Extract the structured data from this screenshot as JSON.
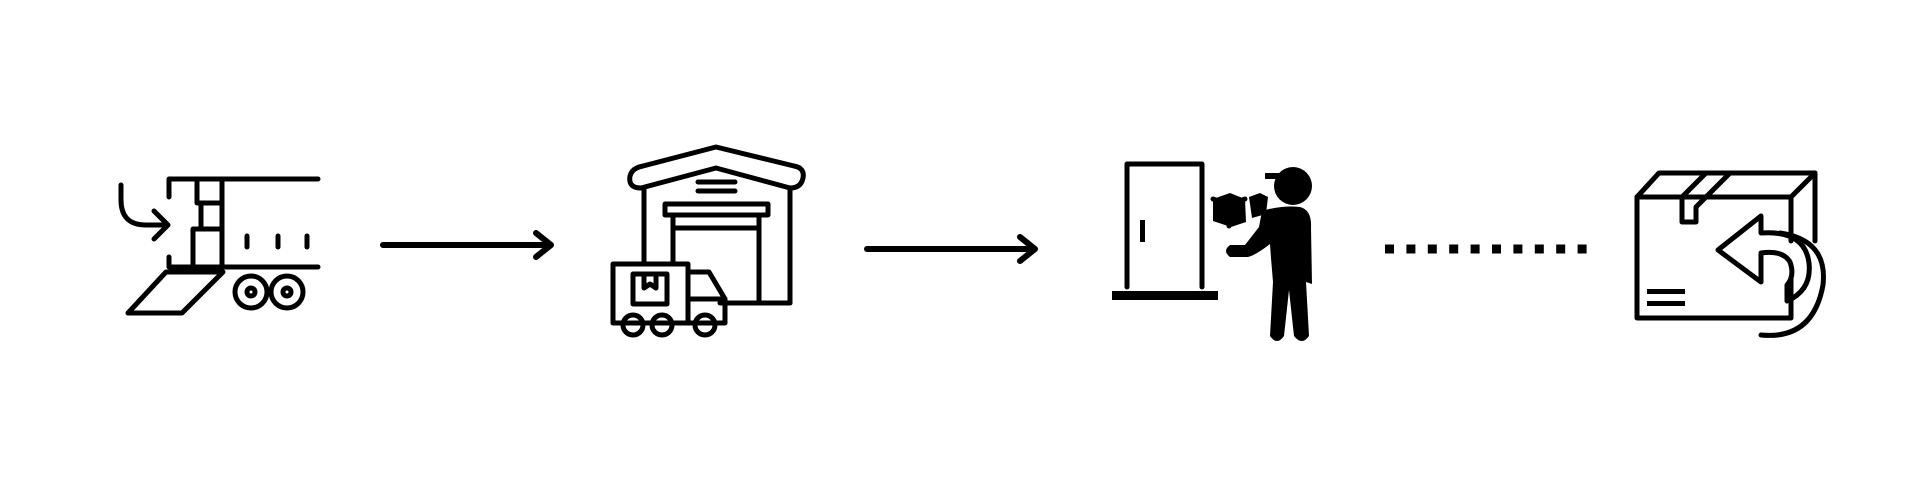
{
  "process_flow": {
    "steps": [
      {
        "id": "loading",
        "icon": "cargo-loading-icon"
      },
      {
        "id": "warehouse",
        "icon": "warehouse-forklift-icon"
      },
      {
        "id": "delivery",
        "icon": "doorstep-delivery-icon"
      },
      {
        "id": "return",
        "icon": "package-return-icon"
      }
    ],
    "connectors": [
      {
        "from": "loading",
        "to": "warehouse",
        "style": "solid-arrow"
      },
      {
        "from": "warehouse",
        "to": "delivery",
        "style": "solid-arrow"
      },
      {
        "from": "delivery",
        "to": "return",
        "style": "dotted-line"
      }
    ],
    "colors": {
      "line": "#000000",
      "background": "#ffffff"
    }
  }
}
